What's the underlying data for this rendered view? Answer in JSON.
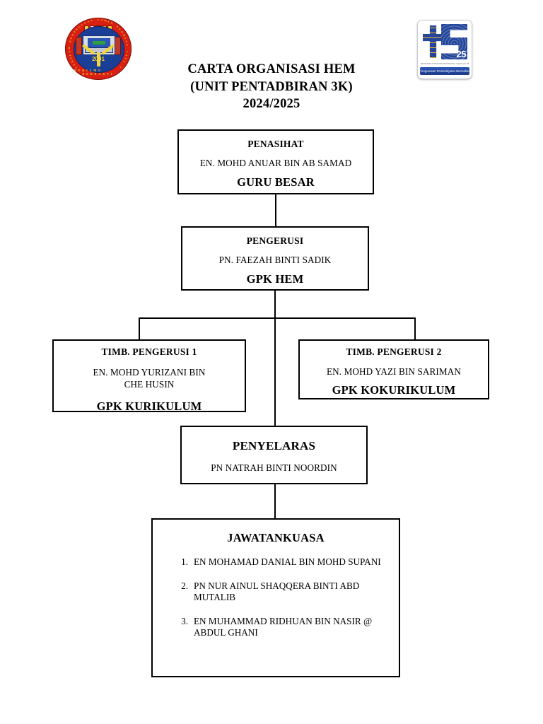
{
  "document": {
    "title_lines": [
      "CARTA ORGANISASI HEM",
      "(UNIT PENTADBIRAN 3K)",
      "2024/2025"
    ]
  },
  "logos": {
    "left": {
      "name": "school-crest",
      "ring_text": "SEKOLAH KEBANGSAAN TAMAN PERMATA JAYA 1",
      "year": "2001",
      "motto_left": "BERILMU",
      "motto_right": "BERBAKTI"
    },
    "right": {
      "name": "ts25-logo",
      "mark": "tS",
      "anniversary": "25",
      "microtext": "PENDIDIKAN TRANSFORMASIONAL SEKOLAH ABAD KE-21",
      "caption": "Pengurusan Pembelajaran Bermakna"
    }
  },
  "org_chart": {
    "nodes": {
      "penasihat": {
        "role": "PENASIHAT",
        "person": "EN. MOHD ANUAR BIN AB SAMAD",
        "unit": "GURU BESAR"
      },
      "pengerusi": {
        "role": "PENGERUSI",
        "person": "PN. FAEZAH BINTI SADIK",
        "unit": "GPK HEM"
      },
      "timb_pengerusi_1": {
        "role": "TIMB. PENGERUSI 1",
        "person_line_1": "EN. MOHD YURIZANI BIN",
        "person_line_2": "CHE HUSIN",
        "unit": "GPK KURIKULUM"
      },
      "timb_pengerusi_2": {
        "role": "TIMB. PENGERUSI 2",
        "person": "EN. MOHD YAZI BIN SARIMAN",
        "unit": "GPK KOKURIKULUM"
      },
      "penyelaras": {
        "role": "PENYELARAS",
        "person": "PN NATRAH BINTI NOORDIN"
      },
      "jawatankuasa": {
        "role": "JAWATANKUASA",
        "members": [
          {
            "number": "1.",
            "name": "EN MOHAMAD DANIAL BIN MOHD SUPANI"
          },
          {
            "number": "2.",
            "name": "PN NUR AINUL SHAQQERA BINTI ABD MUTALIB"
          },
          {
            "number": "3.",
            "name": "EN MUHAMMAD RIDHUAN BIN NASIR @ ABDUL GHANI"
          }
        ]
      }
    }
  },
  "colors": {
    "page_background": "#ffffff",
    "text": "#000000",
    "box_border": "#000000",
    "crest_red": "#d81f12",
    "crest_blue": "#1b3f96",
    "crest_gold": "#f3d43a",
    "ts_blue": "#24479b",
    "ts_gold": "#f0b323"
  }
}
